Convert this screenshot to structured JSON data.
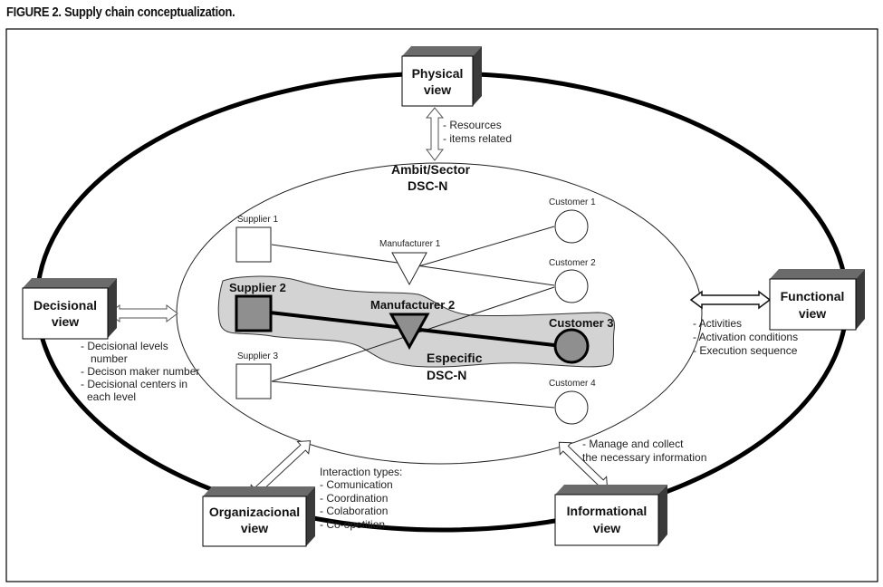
{
  "figure": {
    "title": "FIGURE 2. Supply chain conceptualization."
  },
  "colors": {
    "specific_region_fill": "#d3d3d3",
    "specific_node_fill": "#8f8f8f",
    "box_shadow_dark": "#3a3a3a",
    "box_shadow_mid": "#6b6b6b"
  },
  "sector": {
    "line1": "Ambit/Sector",
    "line2": "DSC-N"
  },
  "specific": {
    "line1": "Especific",
    "line2": "DSC-N"
  },
  "views": {
    "physical": {
      "line1": "Physical",
      "line2": "view",
      "notes": [
        "- Resources",
        "- items related"
      ]
    },
    "decisional": {
      "line1": "Decisional",
      "line2": "view",
      "notes": [
        "- Decisional levels",
        "  number",
        "- Decison maker number",
        "- Decisional centers in",
        "each level"
      ]
    },
    "functional": {
      "line1": "Functional",
      "line2": "view",
      "notes": [
        "- Activities",
        "- Activation conditions",
        "- Execution sequence"
      ]
    },
    "organizational": {
      "line1": "Organizacional",
      "line2": "view",
      "notes": [
        "Interaction types:",
        "- Comunication",
        "- Coordination",
        "- Colaboration",
        "- Co-opetition"
      ]
    },
    "informational": {
      "line1": "Informational",
      "line2": "view",
      "notes": [
        "- Manage and collect",
        "the necessary information"
      ]
    }
  },
  "nodes": {
    "supplier1": "Supplier 1",
    "supplier2": "Supplier 2",
    "supplier3": "Supplier 3",
    "manufacturer1": "Manufacturer 1",
    "manufacturer2": "Manufacturer 2",
    "customer1": "Customer 1",
    "customer2": "Customer 2",
    "customer3": "Customer 3",
    "customer4": "Customer 4"
  }
}
